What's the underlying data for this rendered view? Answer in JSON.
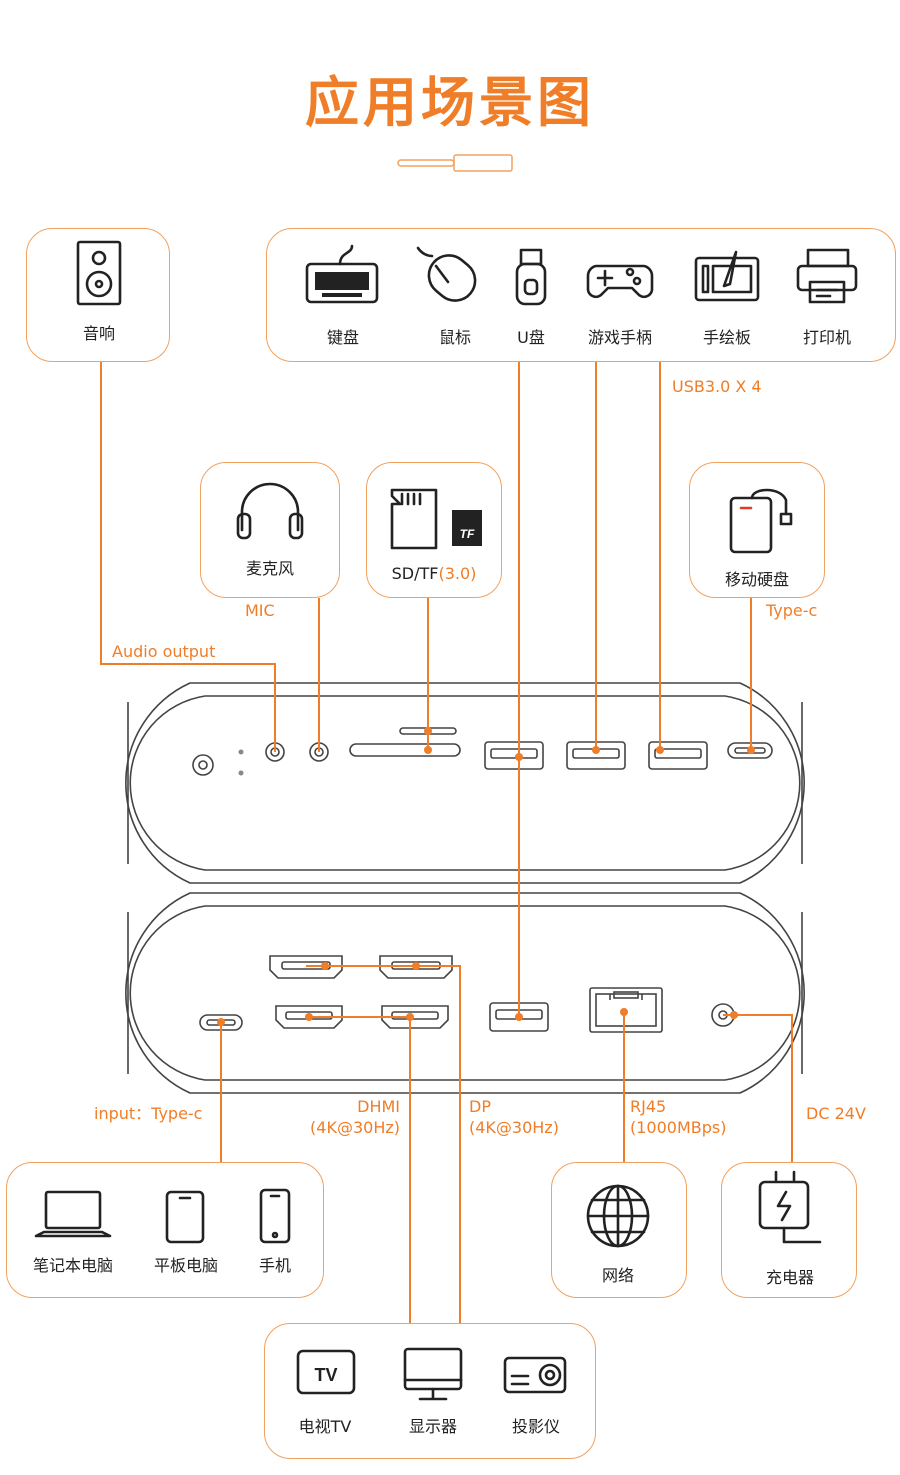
{
  "title": "应用场景图",
  "colors": {
    "accent": "#f07d27",
    "box_border": "#f3a15e",
    "text": "#222222"
  },
  "devices": {
    "speaker": "音响",
    "keyboard": "键盘",
    "mouse": "鼠标",
    "udisk": "U盘",
    "gamepad": "游戏手柄",
    "tablet_draw": "手绘板",
    "printer": "打印机",
    "mic": "麦克风",
    "sdcard": "SD/TF",
    "sdcard_ver": "(3.0)",
    "hdd": "移动硬盘",
    "laptop": "笔记本电脑",
    "pad": "平板电脑",
    "phone": "手机",
    "network": "网络",
    "charger": "充电器",
    "tv": "电视TV",
    "monitor": "显示器",
    "projector": "投影仪"
  },
  "ports": {
    "usb": "USB3.0 X 4",
    "mic": "MIC",
    "typec": "Type-c",
    "audio": "Audio output",
    "input": "input：Type-c",
    "hdmi": "DHMI",
    "hdmi_spec": "(4K@30Hz)",
    "dp": "DP",
    "dp_spec": "(4K@30Hz)",
    "rj45": "RJ45",
    "rj45_spec": "(1000MBps)",
    "dc": "DC 24V"
  },
  "icons": [
    "speaker-icon",
    "keyboard-icon",
    "mouse-icon",
    "usb-drive-icon",
    "gamepad-icon",
    "drawing-tablet-icon",
    "printer-icon",
    "headphones-icon",
    "sd-card-icon",
    "hard-drive-icon",
    "laptop-icon",
    "tablet-icon",
    "phone-icon",
    "globe-icon",
    "charger-icon",
    "tv-icon",
    "monitor-icon",
    "projector-icon"
  ]
}
